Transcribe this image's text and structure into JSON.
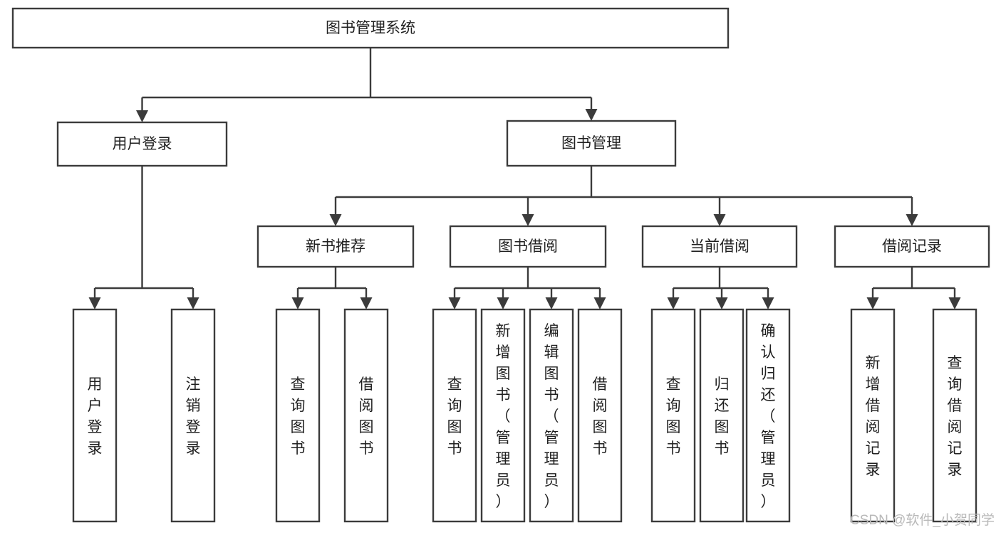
{
  "diagram": {
    "type": "hierarchy-tree",
    "title": "图书管理系统",
    "orientation": "top-down",
    "levels": 4,
    "colors": {
      "background": "#ffffff",
      "box_fill": "#ffffff",
      "box_stroke": "#3b3b3b",
      "connector": "#3b3b3b",
      "text": "#1f1f1f",
      "watermark": "#b9b9b9"
    },
    "root": {
      "id": "root",
      "label": "图书管理系统",
      "orientation": "horizontal"
    },
    "level2": [
      {
        "id": "user-login",
        "label": "用户登录",
        "orientation": "horizontal"
      },
      {
        "id": "book-management",
        "label": "图书管理",
        "orientation": "horizontal"
      }
    ],
    "level3": [
      {
        "id": "new-book-recommend",
        "label": "新书推荐",
        "orientation": "horizontal",
        "parent": "book-management"
      },
      {
        "id": "book-borrow",
        "label": "图书借阅",
        "orientation": "horizontal",
        "parent": "book-management"
      },
      {
        "id": "current-borrow",
        "label": "当前借阅",
        "orientation": "horizontal",
        "parent": "book-management"
      },
      {
        "id": "borrow-record",
        "label": "借阅记录",
        "orientation": "horizontal",
        "parent": "book-management"
      }
    ],
    "leaves": {
      "user-login": [
        {
          "id": "leaf-user-login",
          "label": "用户登录",
          "orientation": "vertical"
        },
        {
          "id": "leaf-logout",
          "label": "注销登录",
          "orientation": "vertical"
        }
      ],
      "new-book-recommend": [
        {
          "id": "leaf-query-book-1",
          "label": "查询图书",
          "orientation": "vertical"
        },
        {
          "id": "leaf-borrow-book-1",
          "label": "借阅图书",
          "orientation": "vertical"
        }
      ],
      "book-borrow": [
        {
          "id": "leaf-query-book-2",
          "label": "查询图书",
          "orientation": "vertical"
        },
        {
          "id": "leaf-add-book",
          "label": "新增图书（管理员）",
          "orientation": "vertical"
        },
        {
          "id": "leaf-edit-book",
          "label": "编辑图书（管理员）",
          "orientation": "vertical"
        },
        {
          "id": "leaf-borrow-book-2",
          "label": "借阅图书",
          "orientation": "vertical"
        }
      ],
      "current-borrow": [
        {
          "id": "leaf-query-book-3",
          "label": "查询图书",
          "orientation": "vertical"
        },
        {
          "id": "leaf-return-book",
          "label": "归还图书",
          "orientation": "vertical"
        },
        {
          "id": "leaf-confirm-return",
          "label": "确认归还（管理员）",
          "orientation": "vertical"
        }
      ],
      "borrow-record": [
        {
          "id": "leaf-add-record",
          "label": "新增借阅记录",
          "orientation": "vertical"
        },
        {
          "id": "leaf-query-record",
          "label": "查询借阅记录",
          "orientation": "vertical"
        }
      ]
    }
  },
  "watermark": {
    "label": "CSDN @软件_小贺同学"
  }
}
